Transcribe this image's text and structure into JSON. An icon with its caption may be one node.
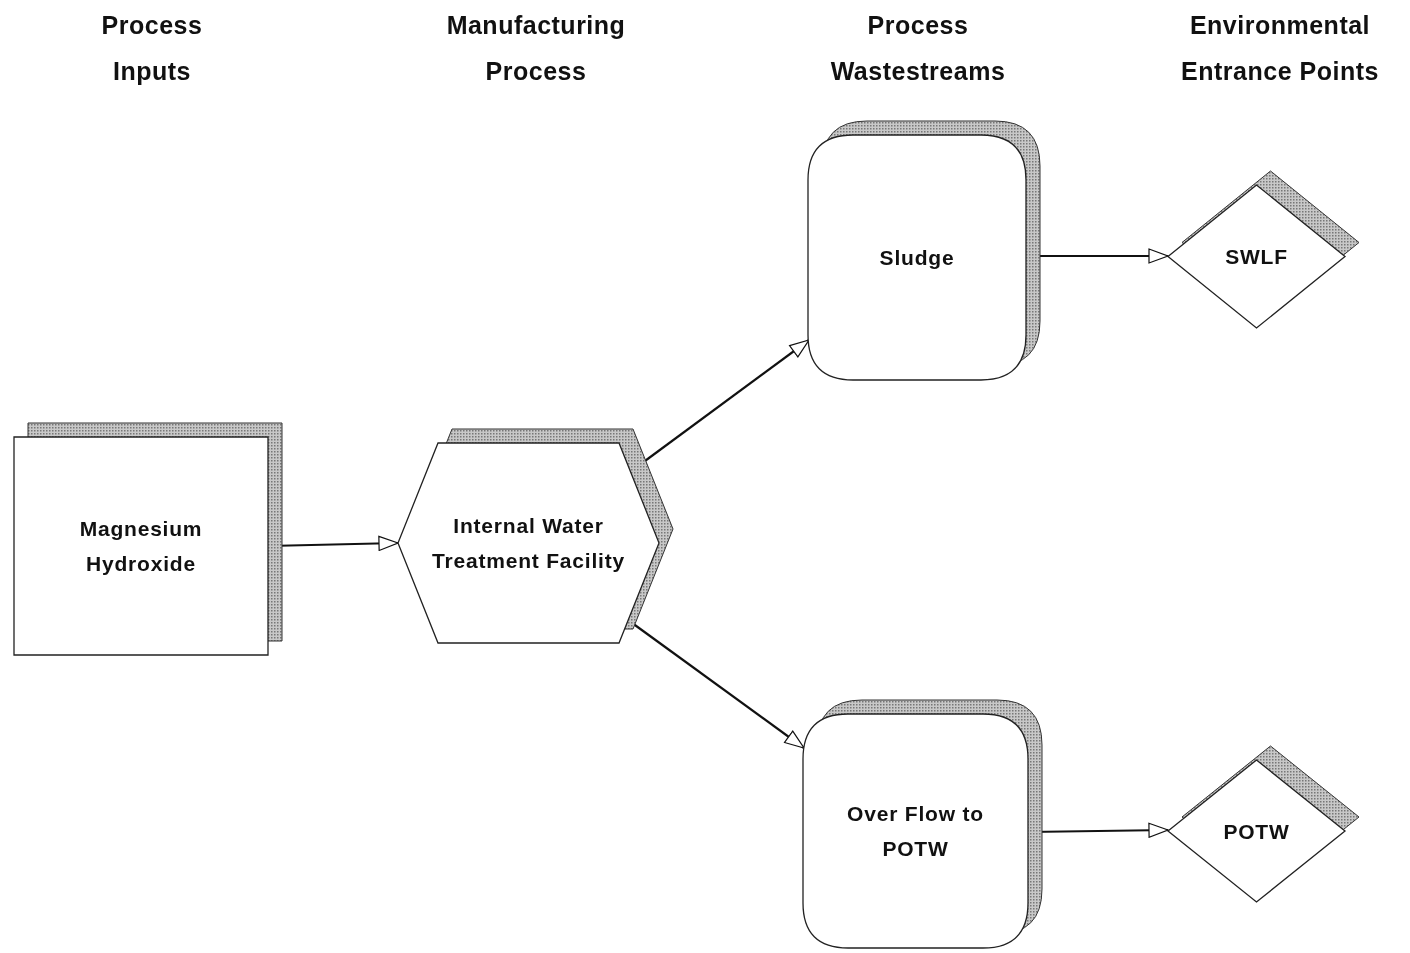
{
  "diagram": {
    "nodes": [
      {
        "text": [
          "Magnesium Hydroxide"
        ]
      },
      {
        "text": [
          "Internal Water Treatment Facility"
        ]
      },
      {
        "text": [
          "Sludge"
        ]
      },
      {
        "text": [
          "Over Flow to POTW"
        ]
      },
      {
        "text": [
          "SWLF"
        ]
      },
      {
        "text": [
          "POTW"
        ]
      }
    ],
    "edges": [
      {
        "from": 0,
        "to": 1,
        "arrow": "to"
      },
      {
        "from": 1,
        "to": 2,
        "arrow": "to"
      },
      {
        "from": 1,
        "to": 3,
        "arrow": "to"
      },
      {
        "from": 2,
        "to": 4,
        "arrow": "to"
      },
      {
        "from": 3,
        "to": 5,
        "arrow": "to"
      }
    ],
    "labels": [
      "Process Inputs",
      "Manufacturing Process",
      "Process Wastestreams",
      "Environmental Entrance Points"
    ]
  }
}
